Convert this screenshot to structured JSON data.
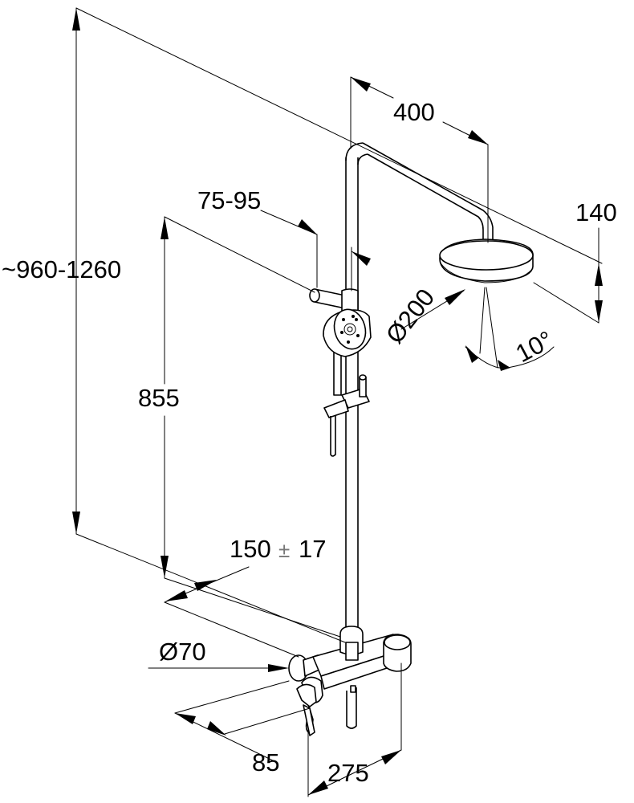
{
  "dimensions": {
    "total_height": "~960-1260",
    "arm_length": "400",
    "slider_offset": "75-95",
    "head_height": "140",
    "head_diameter": "Ø200",
    "head_tilt": "10°",
    "bracket_height": "855",
    "inlet_spacing": "150",
    "inlet_spacing_tol_sign": "±",
    "inlet_spacing_tol": "17",
    "rosette_diameter": "Ø70",
    "wall_offset": "85",
    "mixer_width": "275"
  }
}
